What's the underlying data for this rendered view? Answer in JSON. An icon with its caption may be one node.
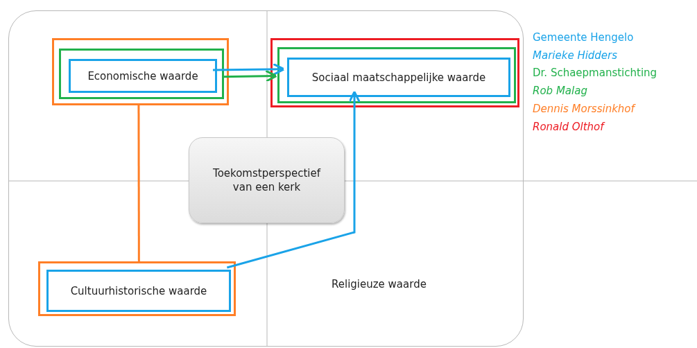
{
  "diagram": {
    "nodes": [
      {
        "text": [],
        "shape": "box"
      },
      {
        "text": [],
        "shape": "box",
        "in": 0
      },
      {
        "text": [
          "Economische waarde"
        ],
        "in": 1
      },
      {
        "text": [],
        "shape": "box"
      },
      {
        "text": [],
        "shape": "box",
        "in": 3
      },
      {
        "text": [
          "Sociaal maatschappelijke waarde"
        ],
        "in": 4
      },
      {
        "text": [
          "Toekomstperspectief van een kerk"
        ]
      },
      {
        "text": [],
        "shape": "box"
      },
      {
        "text": [
          "Cultuurhistorische waarde"
        ],
        "in": 7
      }
    ],
    "edges": [
      {
        "from": 2,
        "to": 5,
        "arrow": "to",
        "color": "#1aa3e8"
      },
      {
        "from": 1,
        "to": 4,
        "arrow": "to",
        "color": "#22b14c"
      },
      {
        "from": 0,
        "to": 7,
        "arrow": "none",
        "color": "#ff7f27"
      },
      {
        "from": 8,
        "to": 5,
        "arrow": "to",
        "color": "#1aa3e8"
      }
    ],
    "labels": [
      "Religieuze waarde"
    ],
    "legend": [
      {
        "text": "Gemeente Hengelo",
        "color": "#1aa3e8"
      },
      {
        "text": "Marieke Hidders",
        "color": "#1aa3e8"
      },
      {
        "text": "Dr. Schaepmanstichting",
        "color": "#22b14c"
      },
      {
        "text": "Rob Malag",
        "color": "#22b14c"
      },
      {
        "text": "Dennis Morssinkhof",
        "color": "#ff7f27"
      },
      {
        "text": "Ronald Olthof",
        "color": "#ed1c24"
      }
    ]
  }
}
